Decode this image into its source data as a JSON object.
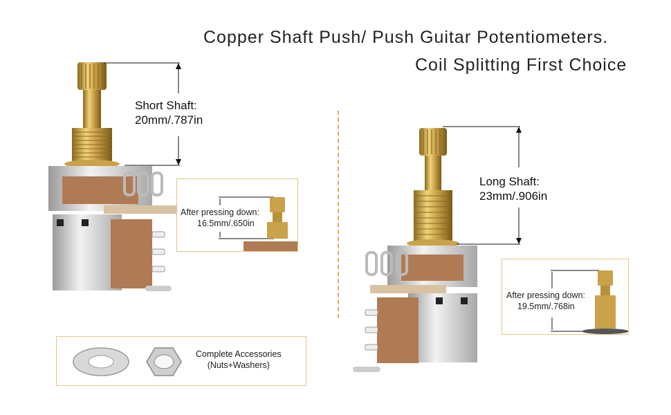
{
  "title": {
    "line1": "Copper Shaft  Push/ Push Guitar Potentiometers.",
    "line2": "Coil Splitting First Choice"
  },
  "short_pot": {
    "label_line1": "Short Shaft:",
    "label_line2": "20mm/.787in",
    "pressed_line1": "After pressing down:",
    "pressed_line2": "16.5mm/.650in"
  },
  "long_pot": {
    "label_line1": "Long Shaft:",
    "label_line2": "23mm/.906in",
    "pressed_line1": "After pressing down:",
    "pressed_line2": "19.5mm/.768in"
  },
  "accessories": {
    "line1": "Complete Accessories",
    "line2": "(Nuts+Washers)"
  },
  "colors": {
    "brass": "#c9a24a",
    "brass_dark": "#8a6a1e",
    "steel": "#c9c9c9",
    "board": "#b07a54",
    "accent_border": "#e7c48a",
    "divider": "#e2a85a"
  }
}
